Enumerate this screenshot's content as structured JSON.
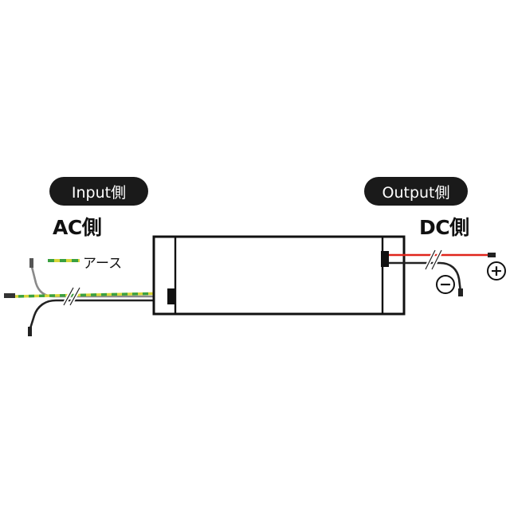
{
  "labels": {
    "input_badge": "Input側",
    "output_badge": "Output側",
    "ac_heading": "AC側",
    "dc_heading": "DC側",
    "earth_label": "アース"
  },
  "symbols": {
    "positive": "+",
    "negative": "−"
  },
  "colors": {
    "case_outline": "#111111",
    "ac_live": "#222222",
    "ac_neutral": "#8a8a8a",
    "earth_yellow": "#d8d63a",
    "earth_green": "#3aa040",
    "dc_positive": "#e0241b",
    "dc_negative": "#222222",
    "badge_background": "#1a1a1a"
  }
}
